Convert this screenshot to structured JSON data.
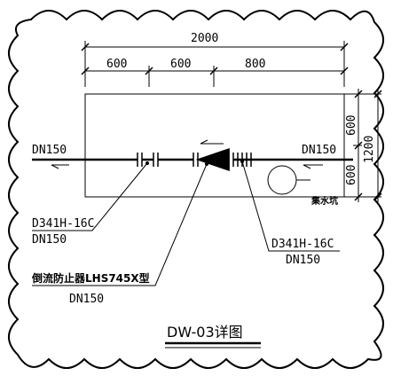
{
  "dimensions": {
    "total_width": "2000",
    "seg_1": "600",
    "seg_2": "600",
    "seg_3": "800",
    "height_total": "1200",
    "height_top": "600",
    "height_bottom": "600"
  },
  "pipe": {
    "left_size": "DN150",
    "right_size": "DN150"
  },
  "callouts": {
    "left_valve_model": "D341H-16C",
    "left_valve_size": "DN150",
    "backflow_preventer_model": "倒流防止器LHS745X型",
    "backflow_preventer_size": "DN150",
    "right_valve_model": "D341H-16C",
    "right_valve_size": "DN150",
    "sump_label": "集水坑"
  },
  "title": "DW-03详图",
  "colors": {
    "line": "#000000",
    "background": "#ffffff"
  }
}
